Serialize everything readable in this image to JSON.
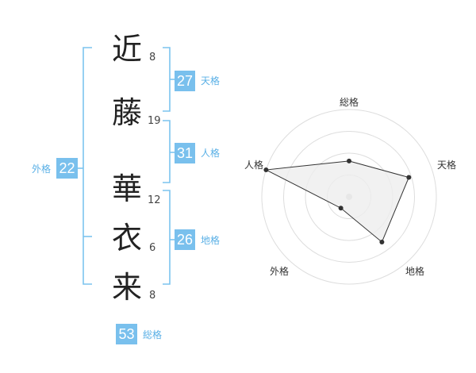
{
  "name": {
    "characters": [
      {
        "char": "近",
        "strokes": "8"
      },
      {
        "char": "藤",
        "strokes": "19"
      },
      {
        "char": "華",
        "strokes": "12"
      },
      {
        "char": "衣",
        "strokes": "6"
      },
      {
        "char": "来",
        "strokes": "8"
      }
    ]
  },
  "fortune": {
    "tenkaku": {
      "value": "27",
      "label": "天格"
    },
    "jinkaku": {
      "value": "31",
      "label": "人格"
    },
    "chikaku": {
      "value": "26",
      "label": "地格"
    },
    "gaikaku": {
      "value": "22",
      "label": "外格"
    },
    "soukaku": {
      "value": "53",
      "label": "総格"
    }
  },
  "colors": {
    "accent": "#79c0ed",
    "bracket": "#7cc4ee",
    "radar_fill": "#eeeeee",
    "radar_line": "#333333"
  },
  "chart_data": {
    "type": "radar",
    "axes": [
      "総格",
      "天格",
      "地格",
      "外格",
      "人格"
    ],
    "values": [
      0.41,
      0.72,
      0.64,
      0.16,
      1.0
    ],
    "range": [
      0,
      1
    ],
    "rings": 4
  }
}
